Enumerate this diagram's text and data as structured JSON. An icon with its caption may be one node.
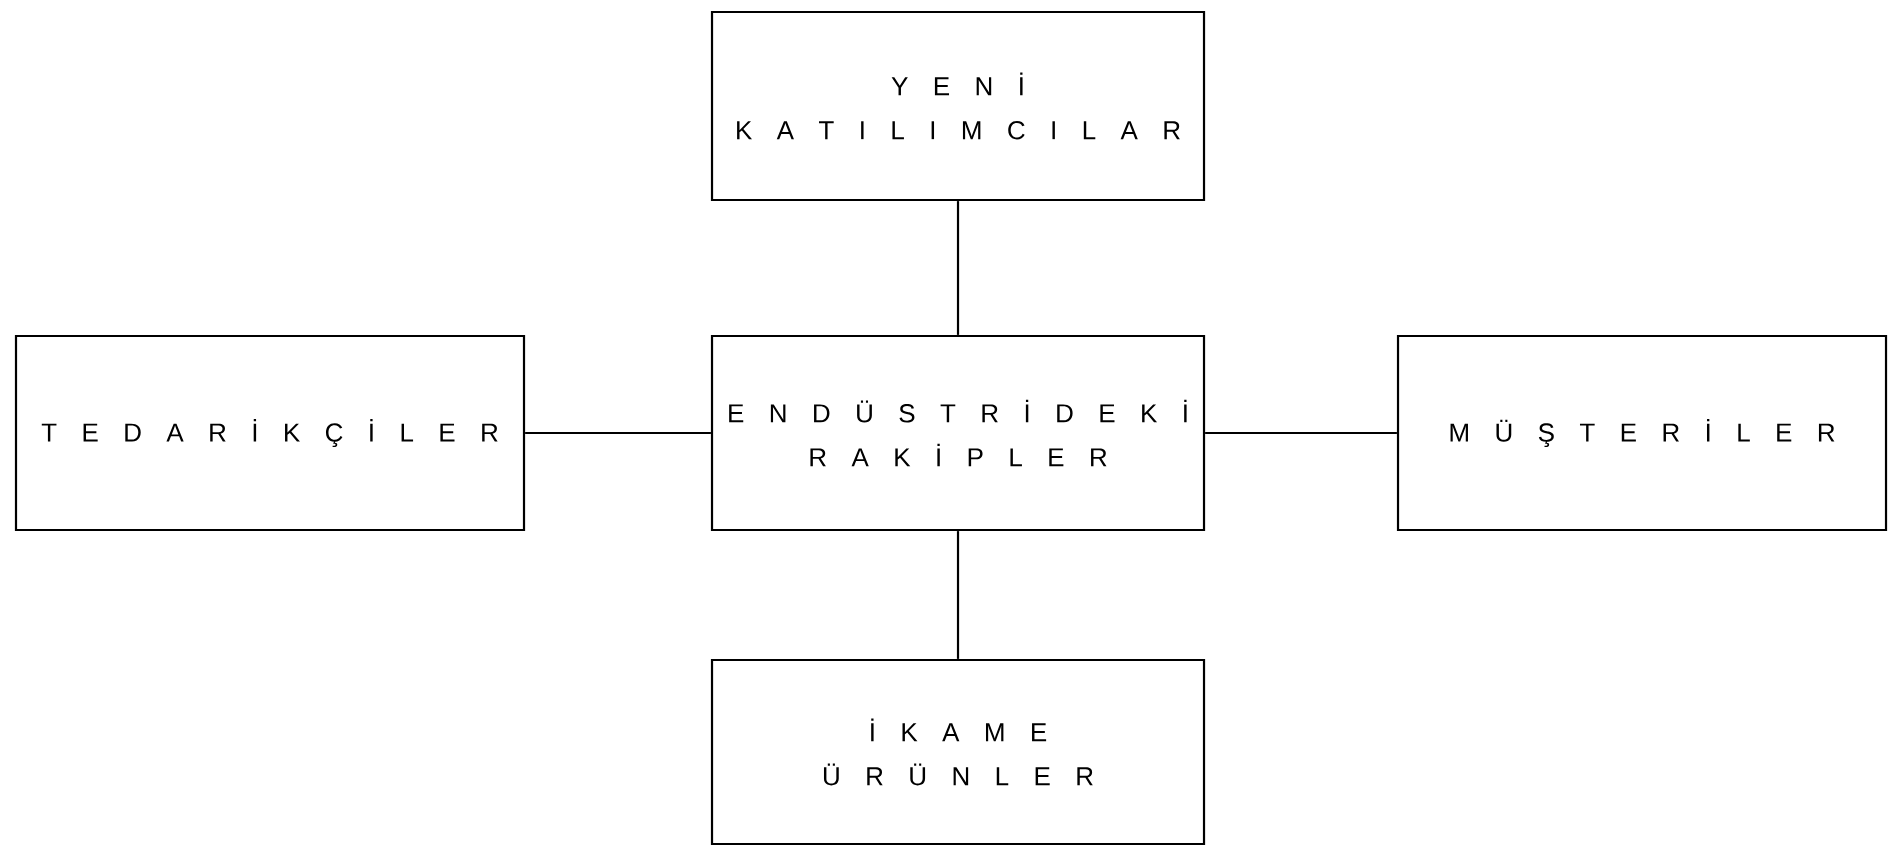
{
  "diagram": {
    "nodes": [
      {
        "text": [
          "Y E N İ K A T I L I M C I L A R"
        ]
      },
      {
        "text": [
          "T E D A R İ K Ç İ L E R"
        ]
      },
      {
        "text": [
          "E N D Ü S T R İ D E K İ R A K İ P L E R"
        ]
      },
      {
        "text": [
          "M Ü Ş T E R İ L E R"
        ]
      },
      {
        "text": [
          "İ K A M E Ü R Ü N L E R"
        ]
      }
    ],
    "edges": [
      {
        "from": 0,
        "to": 2,
        "arrow": "none"
      },
      {
        "from": 1,
        "to": 2,
        "arrow": "none"
      },
      {
        "from": 2,
        "to": 3,
        "arrow": "none"
      },
      {
        "from": 2,
        "to": 4,
        "arrow": "none"
      }
    ]
  }
}
